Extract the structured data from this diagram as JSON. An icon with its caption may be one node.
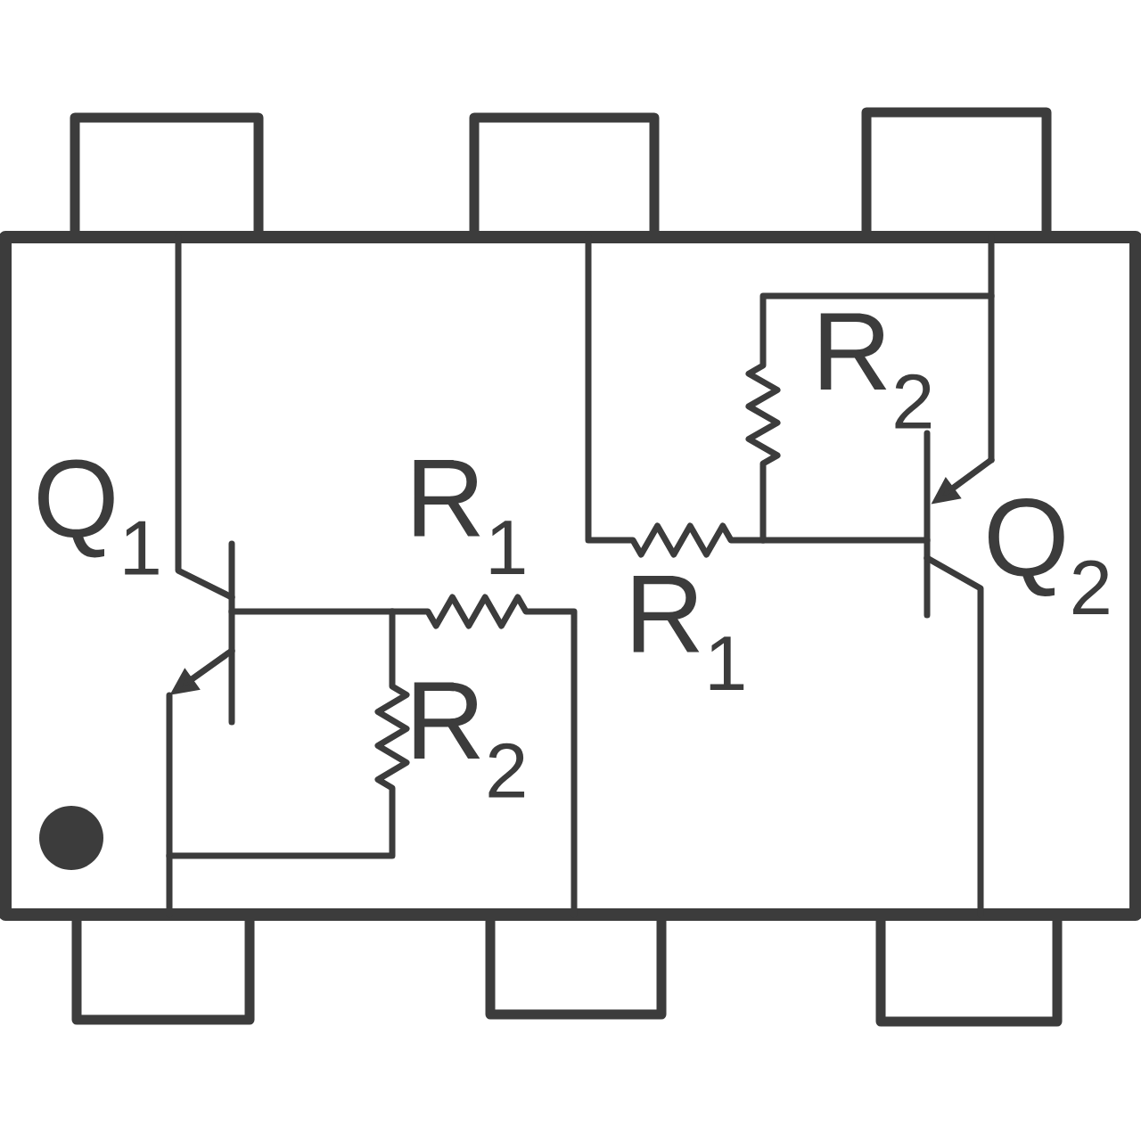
{
  "diagram": {
    "labels": [
      "R$_{2}$",
      "Q$_{1}$",
      "R$_{1}$",
      "Q$_{2}$",
      "R$_{1}$",
      "R$_{2}$"
    ]
  }
}
